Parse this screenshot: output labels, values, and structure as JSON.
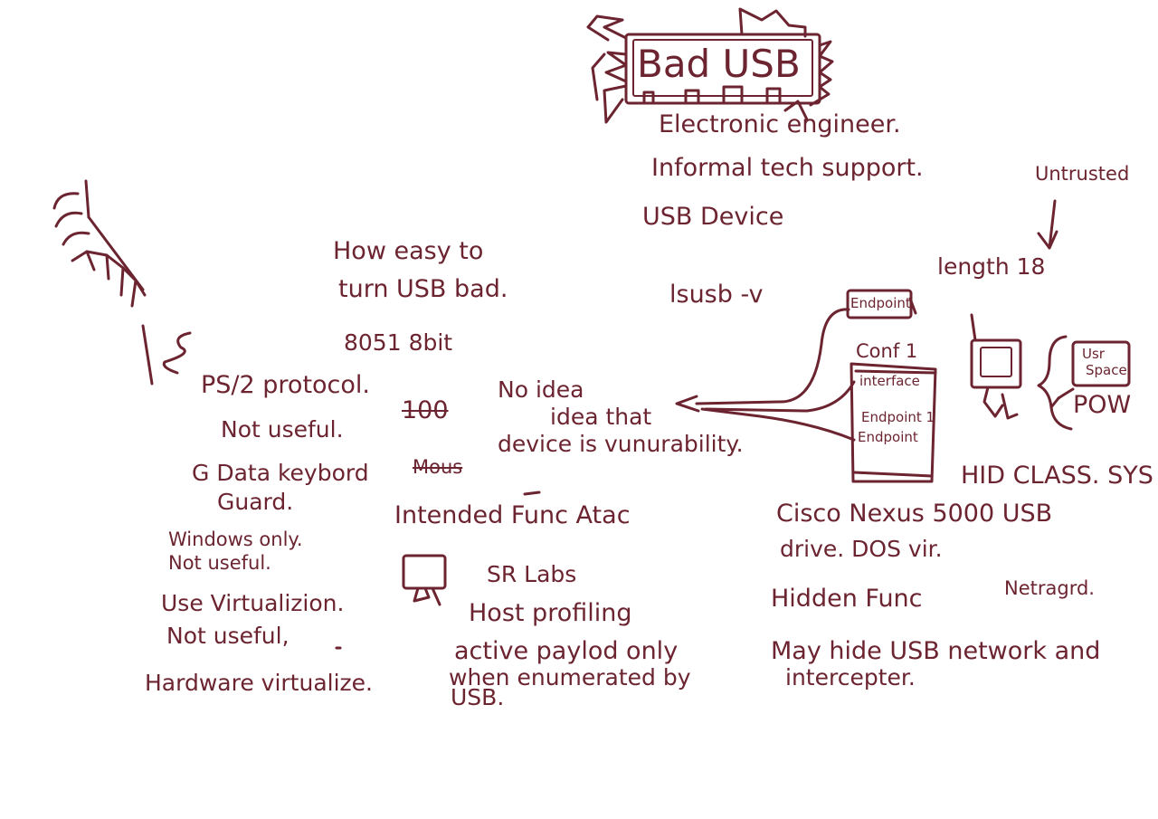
{
  "ink_color": "#6b2430",
  "title": "Bad USB",
  "top_notes": [
    "Electronic engineer.",
    "Informal tech support.",
    "USB Device"
  ],
  "untrusted": "Untrusted",
  "length": "length 18",
  "lsusb": "lsusb -v",
  "how_easy": [
    "How easy to",
    "turn USB bad."
  ],
  "chip": "8051 8bit",
  "endpoint_box": "Endpoint",
  "conf": "Conf 1",
  "interface": "interface",
  "endpoint_1": "Endpoint 1",
  "endpoint_2": "Endpoint",
  "ps2": [
    "PS/2 protocol.",
    "Not useful."
  ],
  "strike_100": "100",
  "no_idea": [
    "No idea",
    "idea that",
    "device is vunurability."
  ],
  "data_guard": [
    "G Data keybord",
    "Mous",
    "Guard."
  ],
  "usr_space": [
    "Usr",
    "Space"
  ],
  "power": "POW",
  "hid_class": "HID CLASS. SYS",
  "intended": "Intended Func Atac",
  "cisco": [
    "Cisco Nexus 5000 USB",
    "drive. DOS vir."
  ],
  "windows": [
    "Windows only.",
    "Not useful."
  ],
  "sr_labs": "SR Labs",
  "host_profiling": "Host profiling",
  "hidden": "Hidden Func",
  "netragrd": "Netragrd.",
  "virtualization": [
    "Use Virtualizion.",
    "Not useful,"
  ],
  "active_payload": [
    "active paylod only",
    "when enumerated by",
    "USB."
  ],
  "may_hide": [
    "May hide USB network and",
    "intercepter."
  ],
  "hardware": "Hardware virtualize."
}
